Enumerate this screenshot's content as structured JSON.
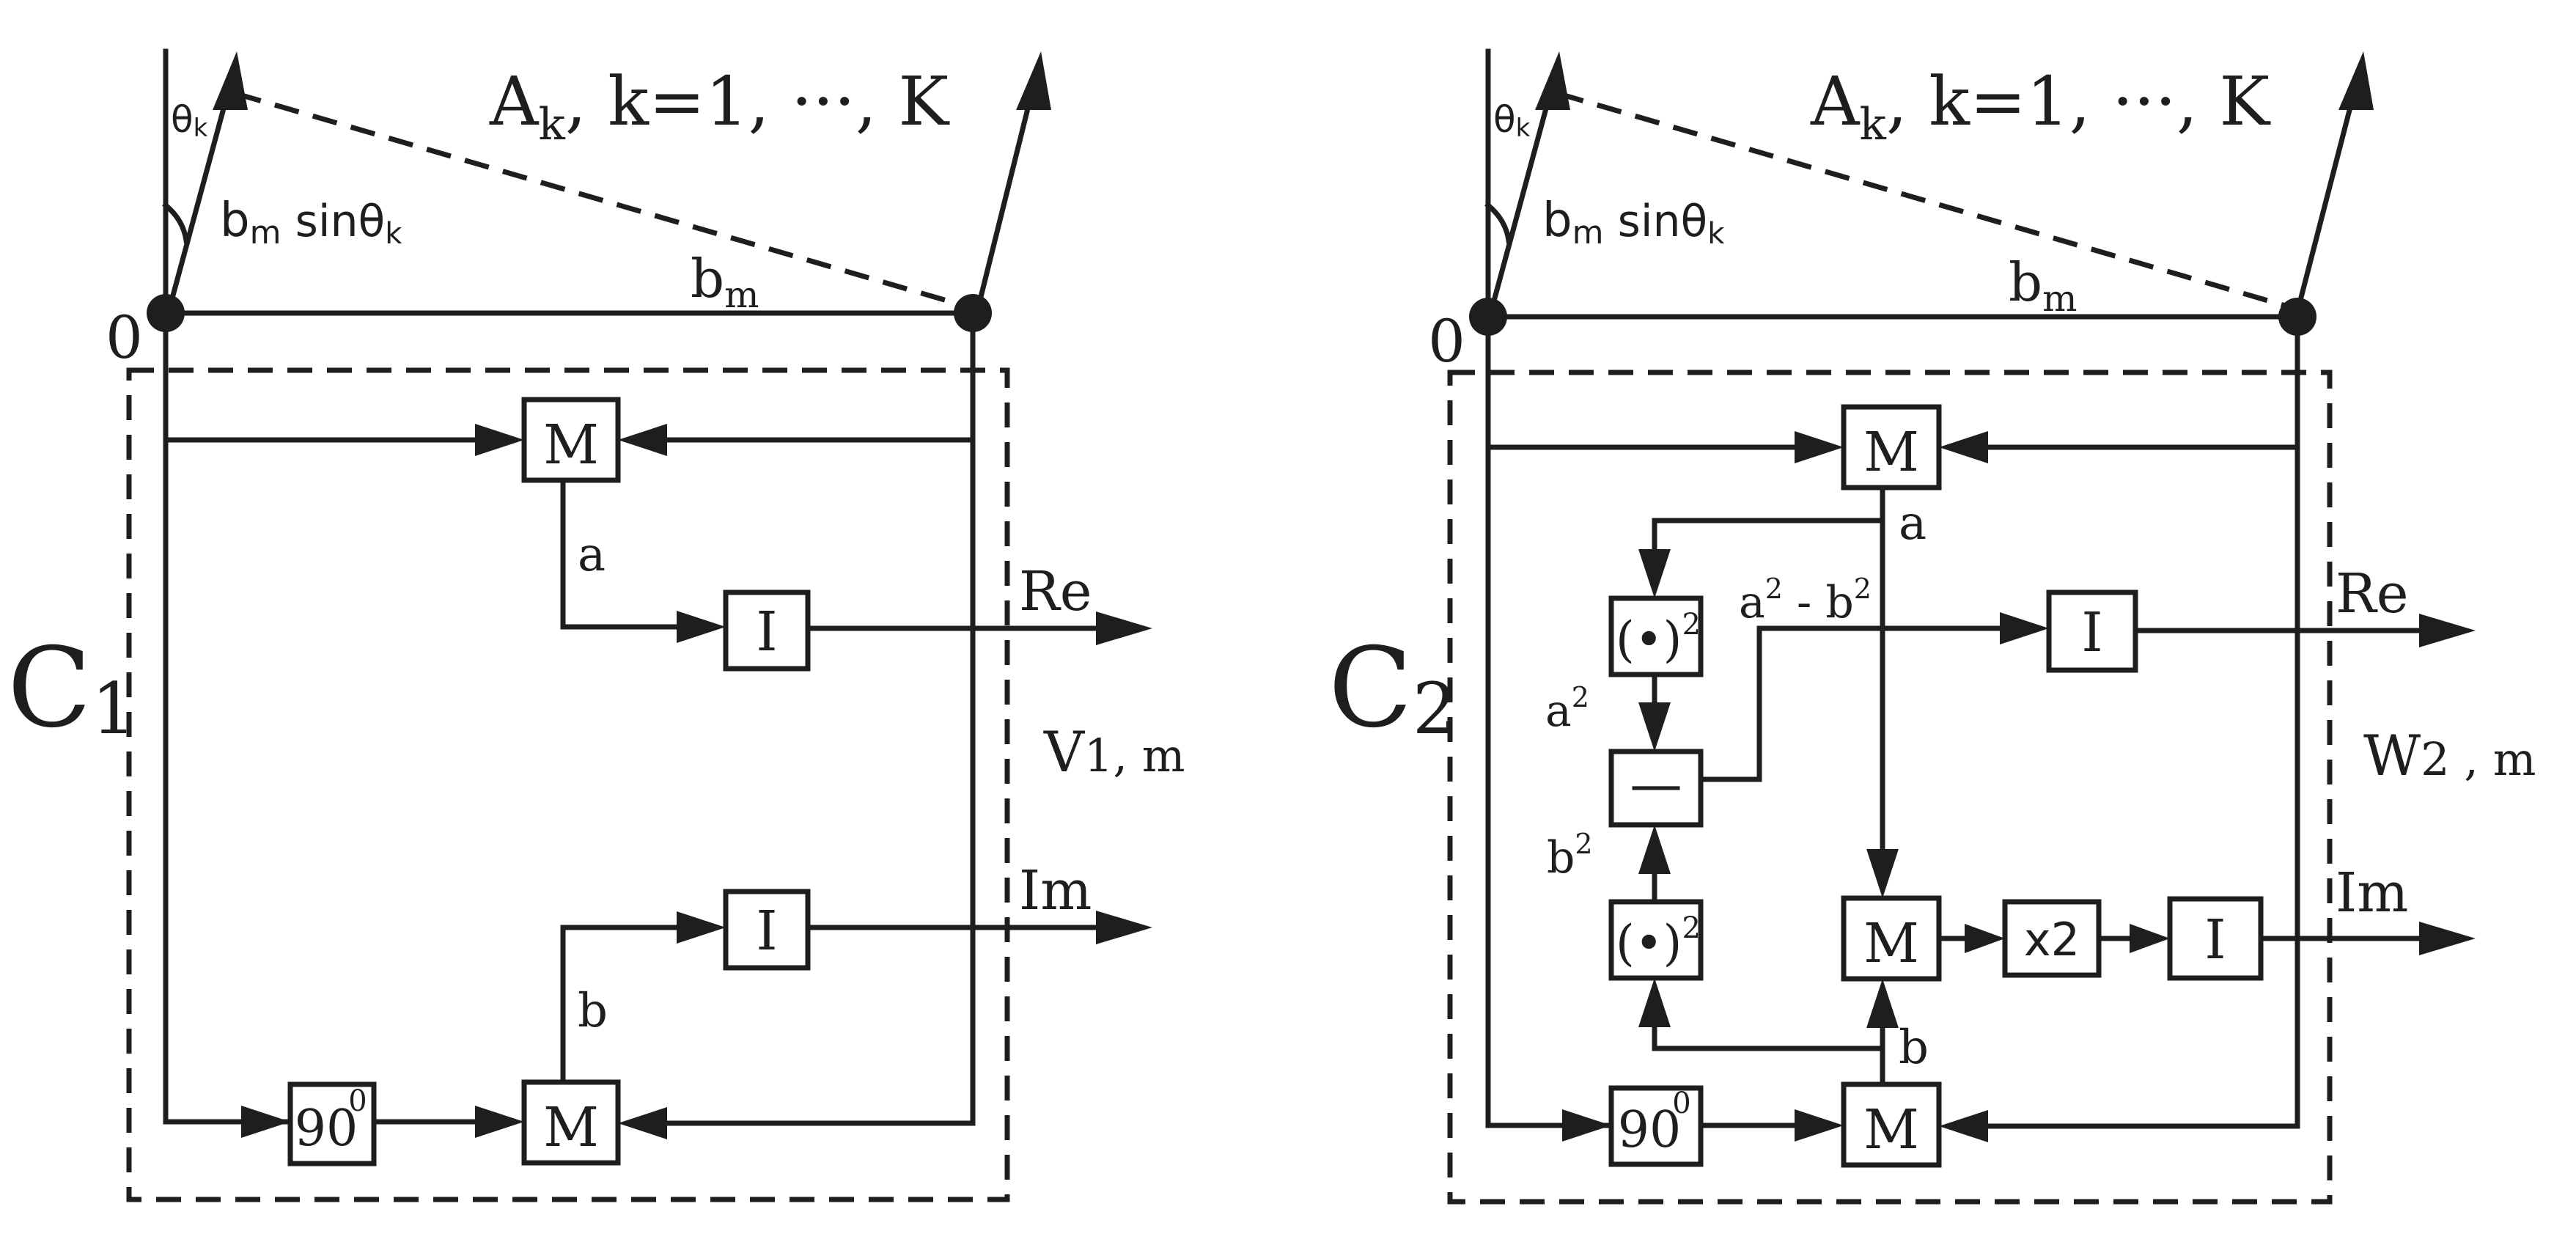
{
  "left_panel": {
    "label_main": "C",
    "label_sub": "1",
    "top_label": "A",
    "top_label_sub": "k",
    "top_label_rest": ", k=1, ···, K",
    "theta": "θ",
    "theta_sub": "k",
    "projection_b": "b",
    "projection_sub": "m",
    "projection_rest": " sinθ",
    "projection_theta_sub": "k",
    "baseline_b": "b",
    "baseline_sub": "m",
    "origin": "0",
    "mult_top": "M",
    "mult_bottom": "M",
    "int_top": "I",
    "int_bottom": "I",
    "phase_shift": "90",
    "phase_sup": "0",
    "signal_a": "a",
    "signal_b": "b",
    "out_re": "Re",
    "out_im": "Im",
    "output_label": "V",
    "output_sub": "1, m"
  },
  "right_panel": {
    "label_main": "C",
    "label_sub": "2",
    "top_label": "A",
    "top_label_sub": "k",
    "top_label_rest": ", k=1, ···, K",
    "theta": "θ",
    "theta_sub": "k",
    "projection_b": "b",
    "projection_sub": "m",
    "projection_rest": " sinθ",
    "projection_theta_sub": "k",
    "baseline_b": "b",
    "baseline_sub": "m",
    "origin": "0",
    "mult_top": "M",
    "mult_mid": "M",
    "mult_bottom": "M",
    "square_top": "(•)",
    "square_top_sup": "2",
    "square_bottom": "(•)",
    "square_bottom_sup": "2",
    "subtract": "—",
    "times_two": "x2",
    "int_top": "I",
    "int_bottom": "I",
    "phase_shift": "90",
    "phase_sup": "0",
    "signal_a": "a",
    "signal_b": "b",
    "a_squared": "a",
    "a_squared_sup": "2",
    "b_squared": "b",
    "b_squared_sup": "2",
    "difference": "a",
    "difference_sup1": "2",
    "difference_mid": " - b",
    "difference_sup2": "2",
    "out_re": "Re",
    "out_im": "Im",
    "output_label": "W",
    "output_sub": "2 , m"
  },
  "colors": {
    "ink": "#1e1e1e",
    "background": "#ffffff"
  }
}
